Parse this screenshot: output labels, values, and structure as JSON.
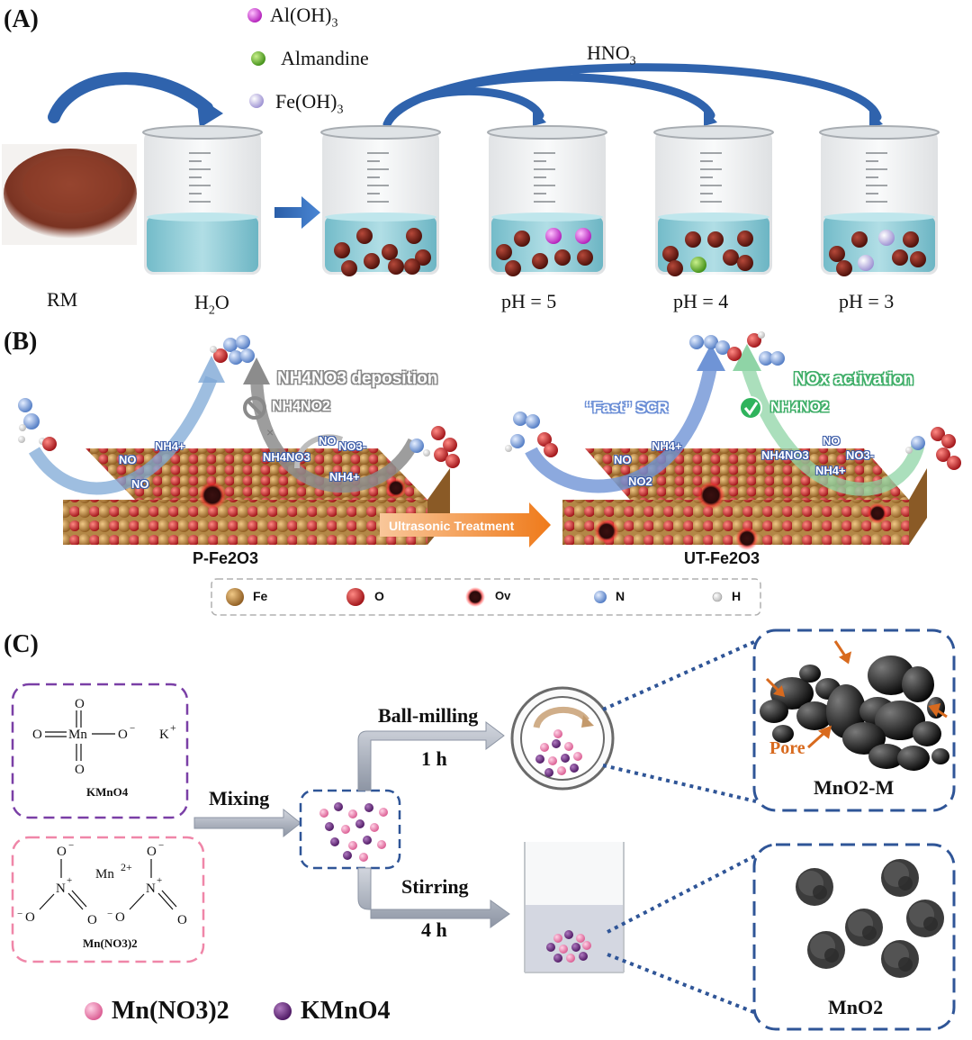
{
  "panel_a": {
    "label": "(A)",
    "legend": [
      "Al(OH)",
      "Almandine",
      "Fe(OH)"
    ],
    "legend_sub": "3",
    "reagent": "HNO",
    "reagent_sub": "3",
    "rm_label": "RM",
    "water_label": "H",
    "water_sub": "2",
    "water_tail": "O",
    "ph_labels": [
      "pH = 5",
      "pH = 4",
      "pH = 3"
    ]
  },
  "panel_b": {
    "label": "(B)",
    "deposition_label": "NH4NO3  deposition",
    "blocked_species": "NH4NO2",
    "fast_scr": "“Fast” SCR",
    "nox_activation": "NOx activation",
    "enabled_species": "NH4NO2",
    "left_surface": [
      "NO",
      "NH4+",
      "NO",
      "NO",
      "NH4NO3",
      "NO3-",
      "NH4+"
    ],
    "right_surface": [
      "NO",
      "NH4+",
      "NO2",
      "NH4NO3",
      "NO",
      "NO3-",
      "NH4+"
    ],
    "treatment": "Ultrasonic Treatment",
    "left_catalyst": "P-Fe2O3",
    "right_catalyst": "UT-Fe2O3",
    "legend": [
      "Fe",
      "O",
      "Ov",
      "N",
      "H"
    ],
    "colors": {
      "Fe": "#b9853f",
      "O": "#c8262b",
      "N": "#7ea1d8",
      "H": "#f4f4f4"
    }
  },
  "panel_c": {
    "label": "(C)",
    "kmno4_name": "KMnO4",
    "mnno3_name": "Mn(NO3)2",
    "mixing": "Mixing",
    "ball_milling": "Ball-milling",
    "ball_time": "1 h",
    "stirring": "Stirring",
    "stir_time": "4 h",
    "pore": "Pore",
    "product_m": "MnO2-M",
    "product": "MnO2",
    "legend": [
      "Mn(NO3)2",
      "KMnO4"
    ],
    "colors": {
      "mnno3": "#e57fae",
      "kmno4": "#6d2f7d",
      "frame": "#2f5597"
    }
  }
}
